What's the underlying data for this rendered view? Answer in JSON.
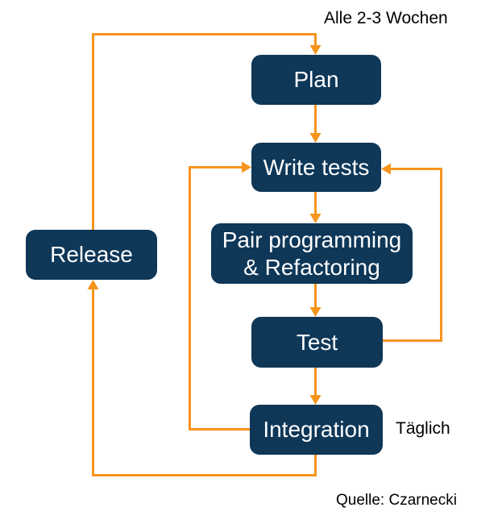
{
  "diagram": {
    "nodes": [
      {
        "id": "plan",
        "label": "Plan"
      },
      {
        "id": "write-tests",
        "label": "Write tests"
      },
      {
        "id": "pair-programming",
        "label": "Pair programming\n& Refactoring"
      },
      {
        "id": "test",
        "label": "Test"
      },
      {
        "id": "integration",
        "label": "Integration"
      },
      {
        "id": "release",
        "label": "Release"
      }
    ],
    "edges": [
      {
        "from": "plan",
        "to": "write-tests"
      },
      {
        "from": "write-tests",
        "to": "pair-programming"
      },
      {
        "from": "pair-programming",
        "to": "test"
      },
      {
        "from": "test",
        "to": "integration"
      },
      {
        "from": "integration",
        "to": "write-tests"
      },
      {
        "from": "test",
        "to": "write-tests"
      },
      {
        "from": "integration",
        "to": "release"
      },
      {
        "from": "release",
        "to": "plan"
      }
    ]
  },
  "annotations": {
    "cycle_label": "Alle 2-3 Wochen",
    "daily_label": "Täglich",
    "source_label": "Quelle: Czarnecki"
  },
  "colors": {
    "node_fill": "#0e3758",
    "node_text": "#ffffff",
    "arrow": "#f7941d",
    "annotation_text": "#000000",
    "background": "#ffffff"
  }
}
